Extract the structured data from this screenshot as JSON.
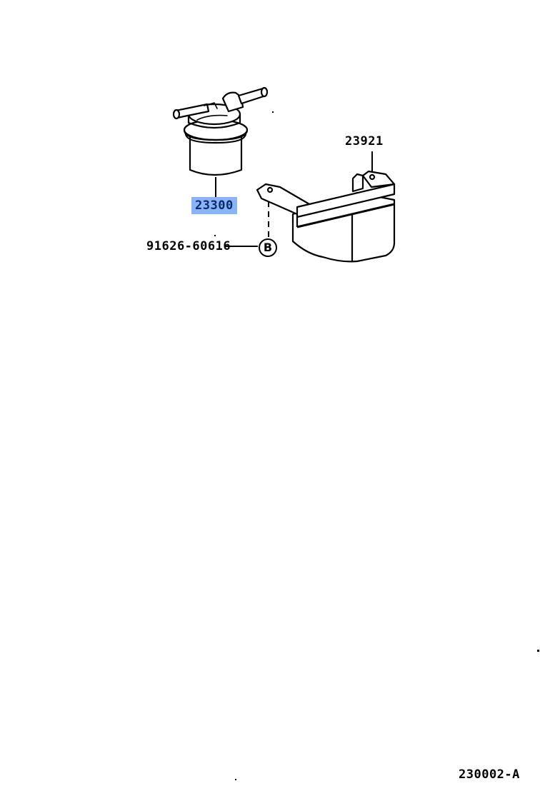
{
  "diagram": {
    "title_code": "230002-A",
    "parts": [
      {
        "number": "23300",
        "name": "fuel-filter",
        "highlighted": true,
        "highlight_color": "#8ab4f8"
      },
      {
        "number": "23921",
        "name": "fuel-filter-bracket",
        "highlighted": false
      },
      {
        "number": "91626-60616",
        "name": "bolt",
        "highlighted": false
      }
    ],
    "callouts": [
      {
        "letter": "B",
        "refers_to": "91626-60616"
      }
    ]
  }
}
